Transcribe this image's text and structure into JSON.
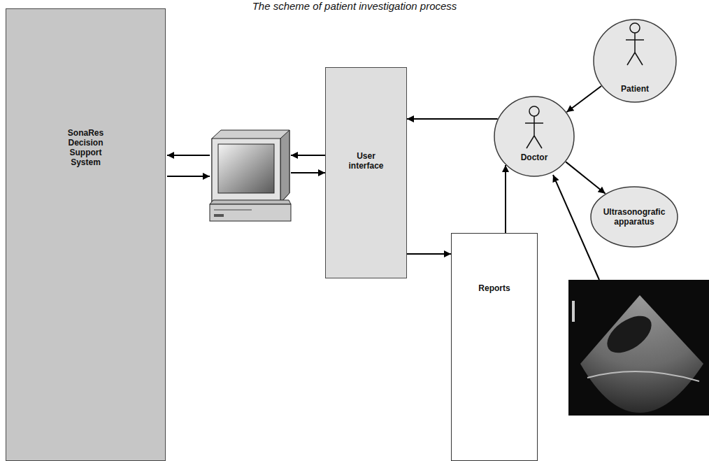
{
  "diagram": {
    "title": "The scheme of patient investigation process",
    "nodes": [
      {
        "text": [
          "SonaRes Decision Support System"
        ]
      },
      {
        "text": [
          "User interface"
        ]
      },
      {
        "text": [
          "Reports"
        ]
      },
      {
        "text": [
          "Doctor"
        ]
      },
      {
        "text": [
          "Patient"
        ]
      },
      {
        "text": [
          "Ultrasonografic apparatus"
        ]
      }
    ],
    "edges": [
      {
        "from": 4,
        "to": 3,
        "arrow": "to"
      },
      {
        "from": 3,
        "to": 5,
        "arrow": "to"
      },
      {
        "from": 3,
        "to": 1,
        "arrow": "to"
      },
      {
        "from": 1,
        "to": 2,
        "arrow": "to"
      },
      {
        "from": 2,
        "to": 3,
        "arrow": "to"
      }
    ]
  }
}
